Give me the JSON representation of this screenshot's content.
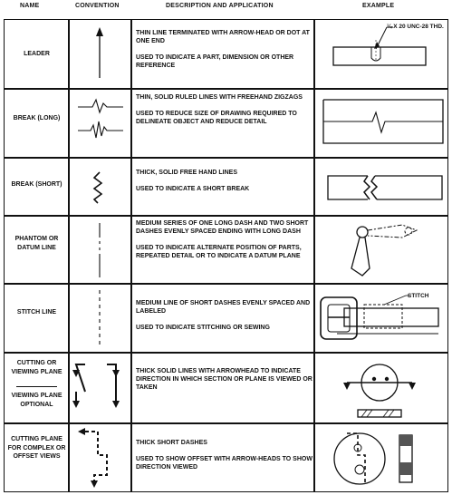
{
  "headers": {
    "name": "NAME",
    "convention": "CONVENTION",
    "description": "DESCRIPTION AND APPLICATION",
    "example": "EXAMPLE"
  },
  "rows": [
    {
      "name": "LEADER",
      "desc1": "THIN LINE TERMINATED WITH ARROW-HEAD OR DOT AT ONE END",
      "desc2": "USED TO INDICATE A PART, DIMENSION OR OTHER REFERENCE",
      "example_label": "¼ X 20 UNC-28 THD."
    },
    {
      "name": "BREAK (LONG)",
      "desc1": "THIN, SOLID RULED LINES WITH FREEHAND ZIGZAGS",
      "desc2": "USED TO REDUCE SIZE OF DRAWING REQUIRED TO DELINEATE OBJECT AND REDUCE DETAIL"
    },
    {
      "name": "BREAK (SHORT)",
      "desc1": "THICK, SOLID FREE HAND LINES",
      "desc2": "USED TO INDICATE A SHORT BREAK"
    },
    {
      "name": "PHANTOM OR DATUM LINE",
      "desc1": "MEDIUM SERIES OF ONE LONG DASH AND TWO SHORT DASHES EVENLY SPACED ENDING WITH LONG DASH",
      "desc2": "USED TO INDICATE ALTERNATE POSITION OF PARTS, REPEATED DETAIL OR TO INDICATE A DATUM PLANE"
    },
    {
      "name": "STITCH LINE",
      "desc1": "MEDIUM LINE OF SHORT DASHES EVENLY SPACED AND LABELED",
      "desc2": "USED TO INDICATE STITCHING OR SEWING",
      "example_label": "STITCH"
    },
    {
      "name_a": "CUTTING OR VIEWING PLANE",
      "name_b": "VIEWING PLANE OPTIONAL",
      "desc1": "THICK SOLID LINES WITH ARROWHEAD TO INDICATE DIRECTION IN WHICH SECTION OR PLANE IS VIEWED OR TAKEN",
      "desc2": ""
    },
    {
      "name": "CUTTING PLANE FOR COMPLEX OR OFFSET VIEWS",
      "desc1": "THICK SHORT DASHES",
      "desc2": "USED TO SHOW OFFSET WITH ARROW-HEADS TO SHOW DIRECTION VIEWED"
    }
  ]
}
